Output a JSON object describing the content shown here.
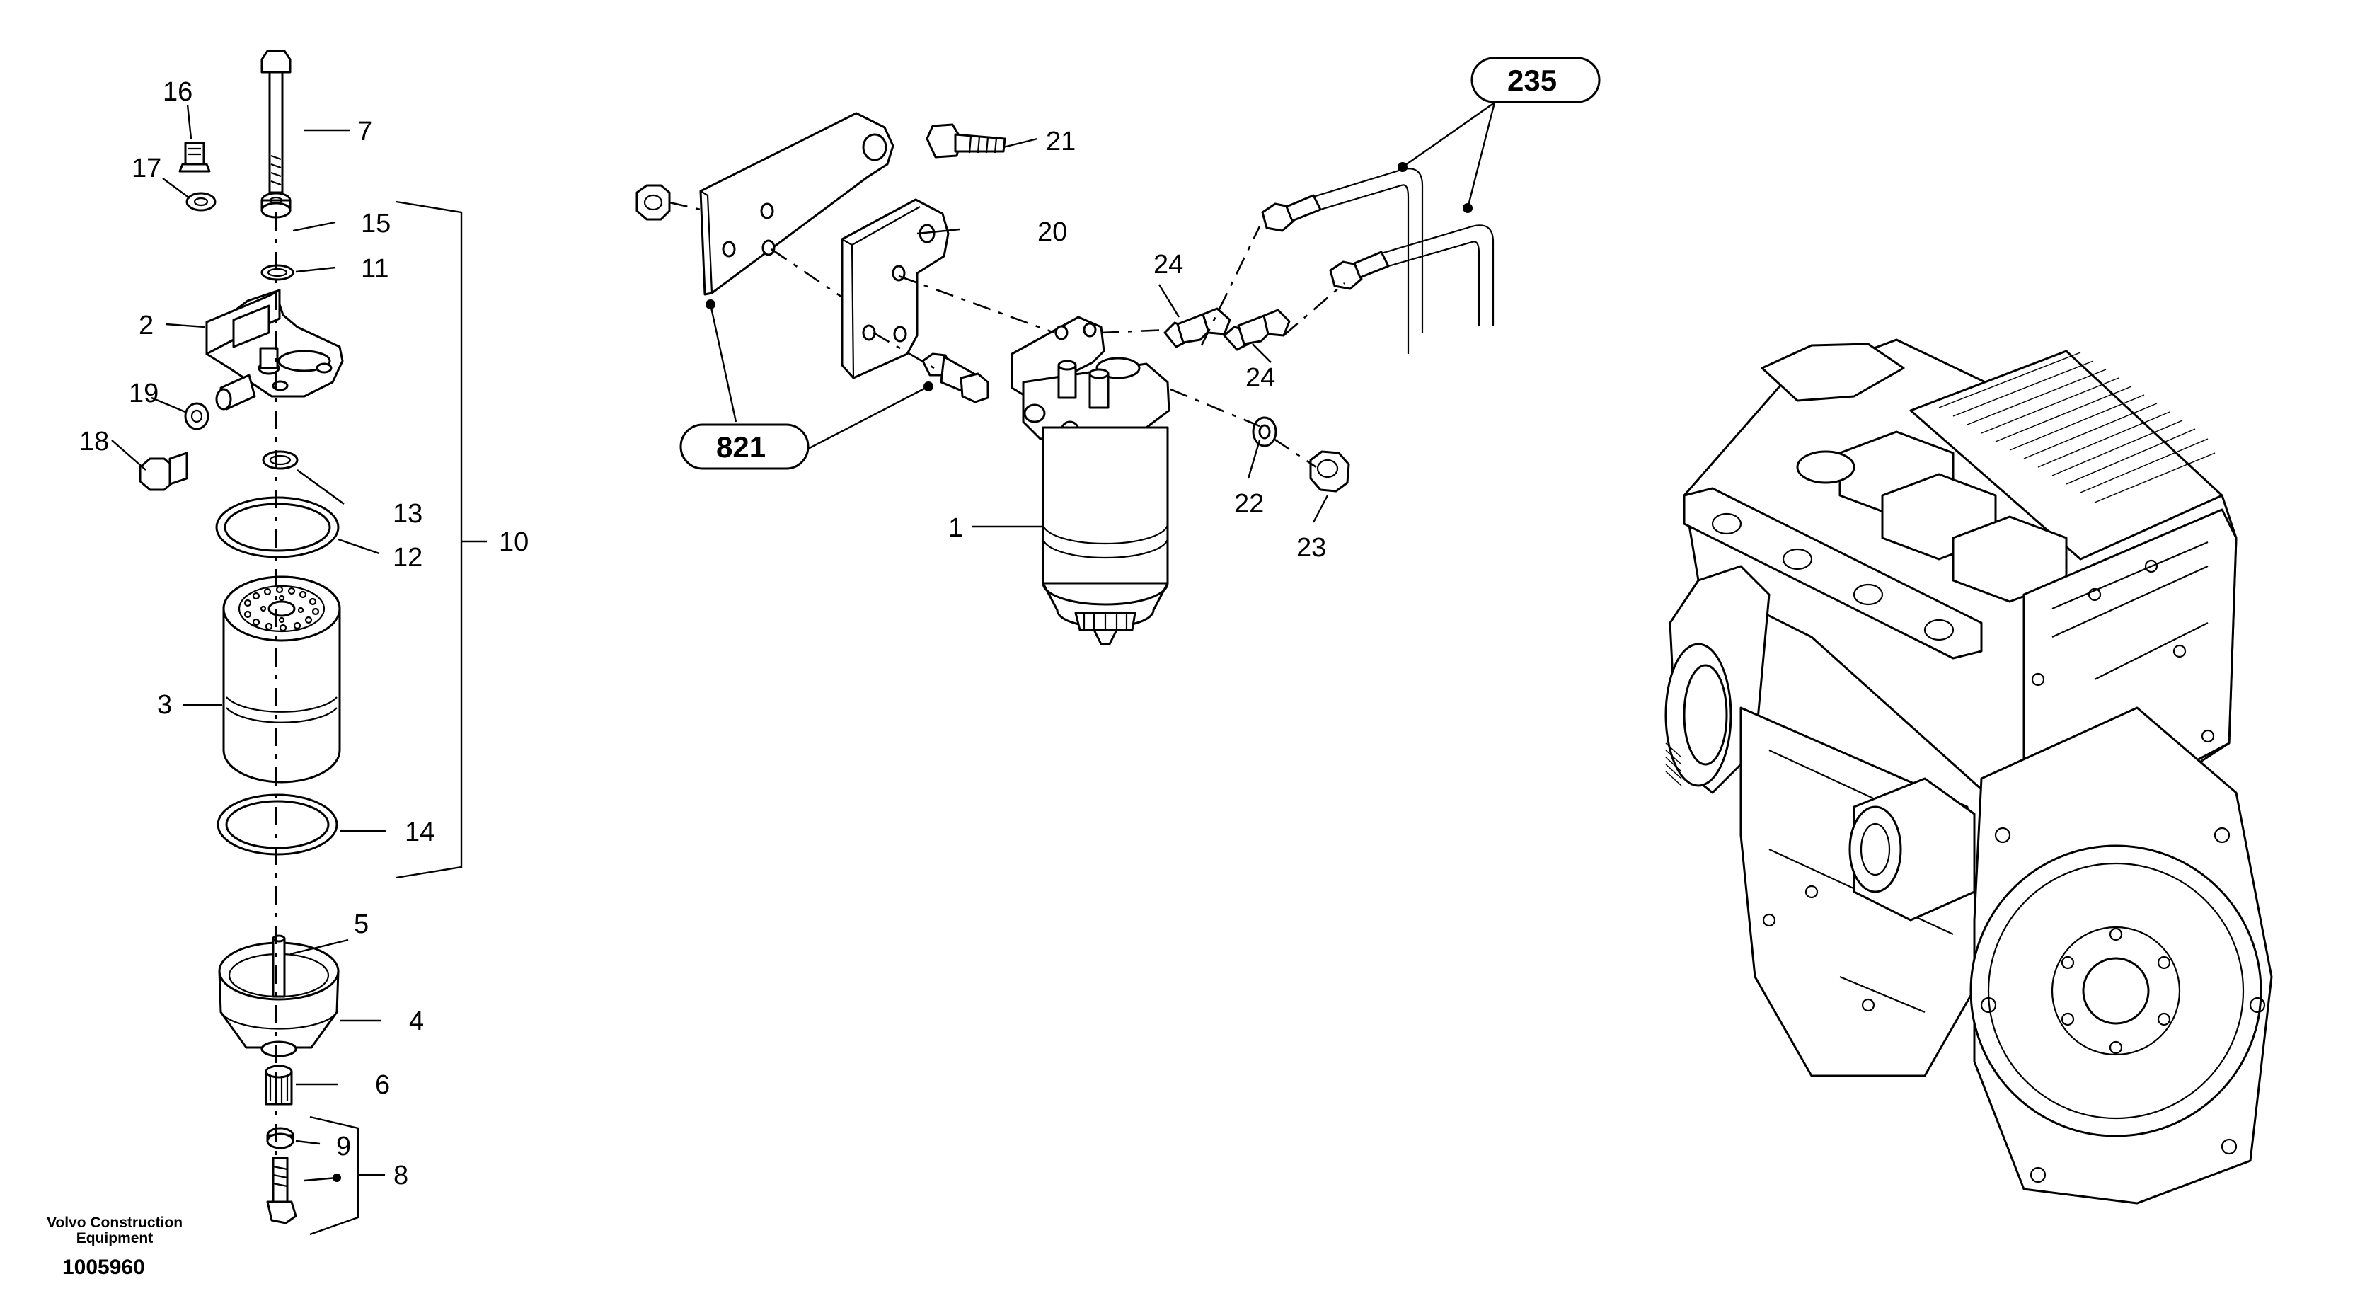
{
  "callouts": {
    "c1": "1",
    "c2": "2",
    "c3": "3",
    "c4": "4",
    "c5": "5",
    "c6": "6",
    "c7": "7",
    "c8": "8",
    "c9": "9",
    "c10": "10",
    "c11": "11",
    "c12": "12",
    "c13": "13",
    "c14": "14",
    "c15": "15",
    "c16": "16",
    "c17": "17",
    "c18": "18",
    "c19": "19",
    "c20": "20",
    "c21": "21",
    "c22": "22",
    "c23": "23",
    "c24a": "24",
    "c24b": "24"
  },
  "references": {
    "r235": "235",
    "r821": "821"
  },
  "footer": {
    "brand_line1": "Volvo Construction",
    "brand_line2": "Equipment",
    "doc_number": "1005960"
  }
}
